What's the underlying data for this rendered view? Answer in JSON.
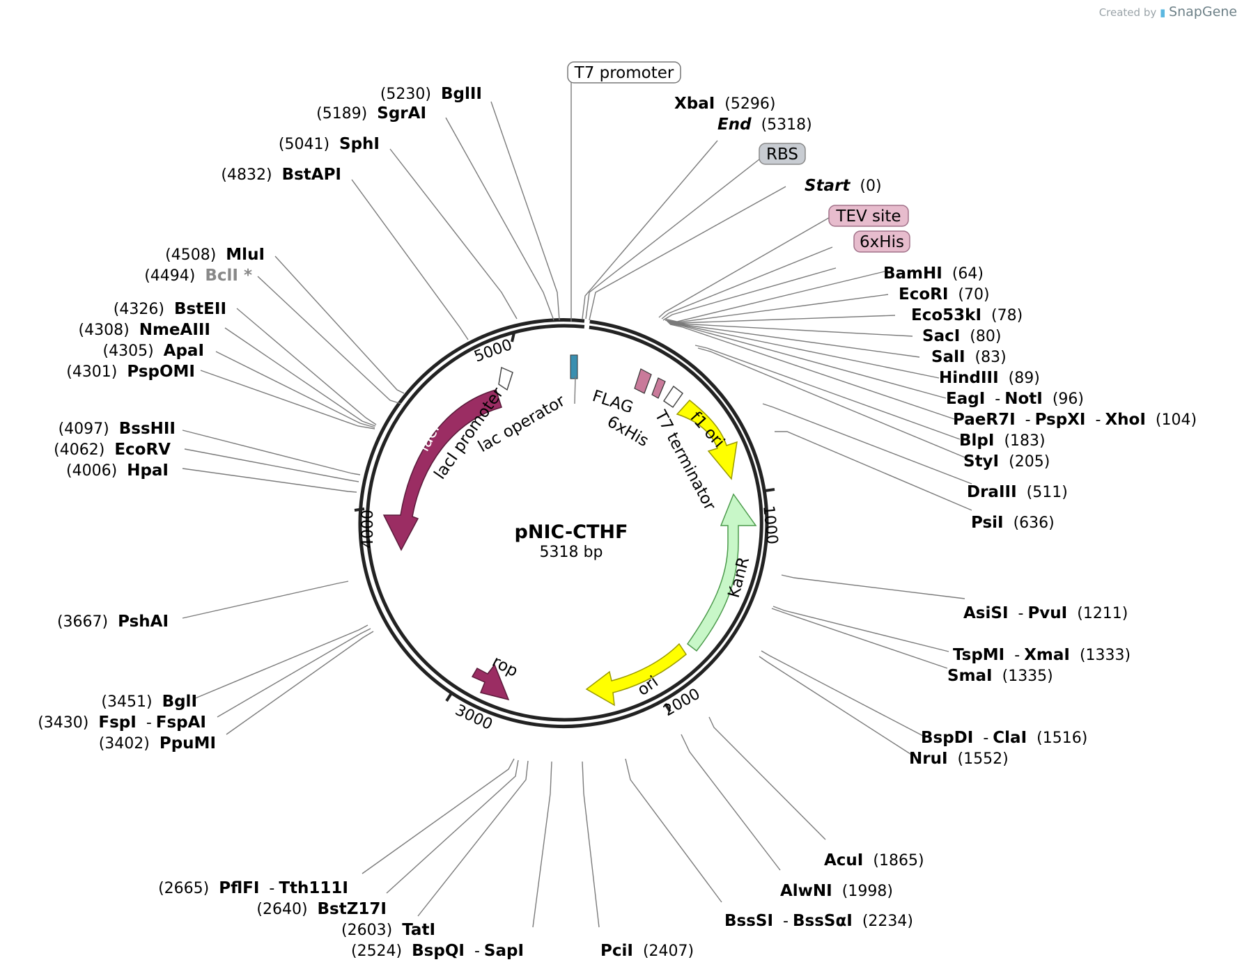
{
  "credit": {
    "prefix": "Created by",
    "brand": "SnapGene"
  },
  "plasmid": {
    "name": "pNIC-CTHF",
    "length_label": "5318 bp",
    "length": 5318
  },
  "colors": {
    "magenta": "#9b2d63",
    "yellow": "#ffff00",
    "lightgreen": "#c8f7c8",
    "pink_box": "#e7bccd",
    "gray_box": "#c8ccd2",
    "backbone": "#222222"
  },
  "ticks": [
    "1000",
    "2000",
    "3000",
    "4000",
    "5000"
  ],
  "features": [
    {
      "label": "lacI"
    },
    {
      "label": "lacI promoter"
    },
    {
      "label": "lac operator"
    },
    {
      "label": "FLAG"
    },
    {
      "label": "6xHis"
    },
    {
      "label": "T7 terminator"
    },
    {
      "label": "f1 ori"
    },
    {
      "label": "KanR"
    },
    {
      "label": "ori"
    },
    {
      "label": "rop"
    }
  ],
  "boxed": [
    {
      "label": "T7 promoter"
    },
    {
      "label": "RBS"
    },
    {
      "label": "TEV site"
    },
    {
      "label": "6xHis"
    }
  ],
  "sites": [
    {
      "pos": "(5230)",
      "name": "BglII"
    },
    {
      "pos": "(5189)",
      "name": "SgrAI"
    },
    {
      "pos": "(5041)",
      "name": "SphI"
    },
    {
      "pos": "(4832)",
      "name": "BstAPI"
    },
    {
      "pos": "(4508)",
      "name": "MluI"
    },
    {
      "pos": "(4494)",
      "name": "BclI *"
    },
    {
      "pos": "(4326)",
      "name": "BstEII"
    },
    {
      "pos": "(4308)",
      "name": "NmeAIII"
    },
    {
      "pos": "(4305)",
      "name": "ApaI"
    },
    {
      "pos": "(4301)",
      "name": "PspOMI"
    },
    {
      "pos": "(4097)",
      "name": "BssHII"
    },
    {
      "pos": "(4062)",
      "name": "EcoRV"
    },
    {
      "pos": "(4006)",
      "name": "HpaI"
    },
    {
      "pos": "(3667)",
      "name": "PshAI"
    },
    {
      "pos": "(3451)",
      "name": "BglI"
    },
    {
      "pos": "(3430)",
      "name": "FspI",
      "name2": "FspAI"
    },
    {
      "pos": "(3402)",
      "name": "PpuMI"
    },
    {
      "pos": "(2665)",
      "name": "PflFI",
      "name2": "Tth111I"
    },
    {
      "pos": "(2640)",
      "name": "BstZ17I"
    },
    {
      "pos": "(2603)",
      "name": "TatI"
    },
    {
      "pos": "(2524)",
      "name": "BspQI",
      "name2": "SapI"
    },
    {
      "pos": "(2407)",
      "name": "PciI"
    },
    {
      "pos": "(2234)",
      "name": "BssSI",
      "name2": "BssSαI"
    },
    {
      "pos": "(1998)",
      "name": "AlwNI"
    },
    {
      "pos": "(1865)",
      "name": "AcuI"
    },
    {
      "pos": "(1552)",
      "name": "NruI"
    },
    {
      "pos": "(1516)",
      "name": "BspDI",
      "name2": "ClaI"
    },
    {
      "pos": "(1335)",
      "name": "SmaI"
    },
    {
      "pos": "(1333)",
      "name": "TspMI",
      "name2": "XmaI"
    },
    {
      "pos": "(1211)",
      "name": "AsiSI",
      "name2": "PvuI"
    },
    {
      "pos": "(636)",
      "name": "PsiI"
    },
    {
      "pos": "(511)",
      "name": "DraIII"
    },
    {
      "pos": "(205)",
      "name": "StyI"
    },
    {
      "pos": "(183)",
      "name": "BlpI"
    },
    {
      "pos": "(104)",
      "name": "PaeR7I",
      "name2": "PspXI",
      "name3": "XhoI"
    },
    {
      "pos": "(96)",
      "name": "EagI",
      "name2": "NotI"
    },
    {
      "pos": "(89)",
      "name": "HindIII"
    },
    {
      "pos": "(83)",
      "name": "SalI"
    },
    {
      "pos": "(80)",
      "name": "SacI"
    },
    {
      "pos": "(78)",
      "name": "Eco53kI"
    },
    {
      "pos": "(70)",
      "name": "EcoRI"
    },
    {
      "pos": "(64)",
      "name": "BamHI"
    },
    {
      "pos": "(0)",
      "name": "Start"
    },
    {
      "pos": "(5318)",
      "name": "End"
    },
    {
      "pos": "(5296)",
      "name": "XbaI"
    }
  ]
}
